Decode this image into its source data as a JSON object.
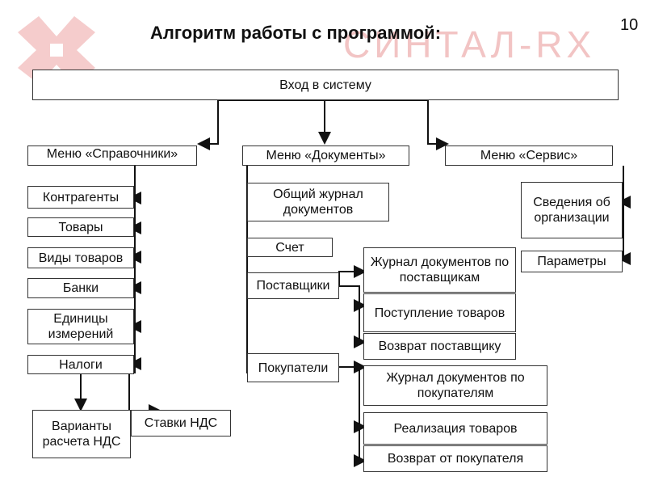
{
  "page_number": "10",
  "title": "Алгоритм работы с программой:",
  "logo_text": "СИНТАЛ-RX",
  "root": "Вход в систему",
  "reference_menu": {
    "label": "Меню «Справочники»",
    "items": [
      "Контрагенты",
      "Товары",
      "Виды товаров",
      "Банки",
      "Единицы измерений",
      "Налоги"
    ],
    "tax_children": [
      "Варианты расчета НДС",
      "Ставки НДС"
    ]
  },
  "documents_menu": {
    "label": "Меню «Документы»",
    "items": [
      "Общий журнал документов",
      "Счет",
      "Поставщики",
      "Покупатели"
    ],
    "suppliers_children": [
      "Журнал документов по поставщикам",
      "Поступление товаров",
      "Возврат поставщику"
    ],
    "buyers_children": [
      "Журнал документов по покупателям",
      "Реализация товаров",
      "Возврат от покупателя"
    ]
  },
  "service_menu": {
    "label": "Меню «Сервис»",
    "items": [
      "Сведения об организации",
      "Параметры"
    ]
  },
  "colors": {
    "logo": "#f2c4c4",
    "line": "#111111",
    "box_border": "#333333"
  }
}
